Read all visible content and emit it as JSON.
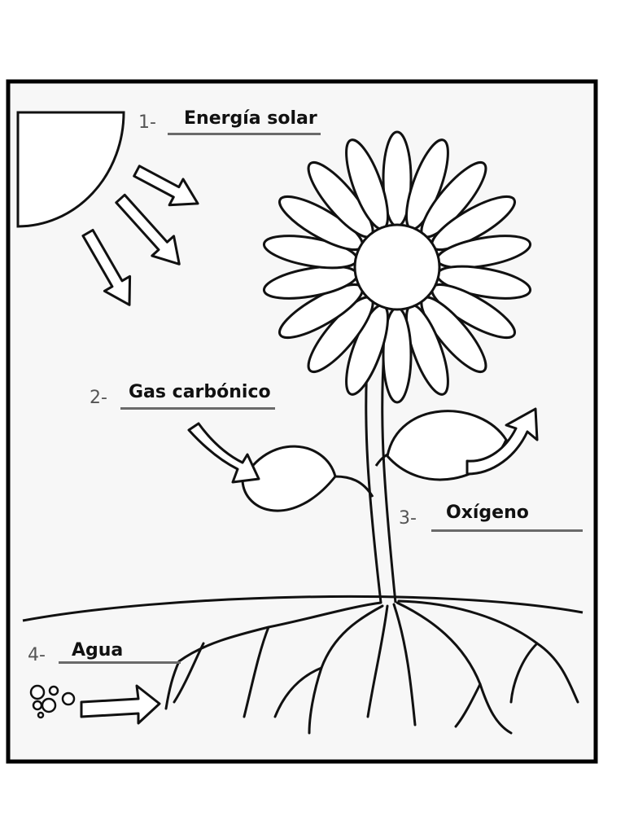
{
  "labels": [
    {
      "number": "1-",
      "text": "Energía solar"
    },
    {
      "number": "2-",
      "text": "Gas carbónico"
    },
    {
      "number": "3-",
      "text": "Oxígeno"
    },
    {
      "number": "4-",
      "text": "Agua"
    }
  ],
  "colors": {
    "ink": "#111111",
    "paper": "#f7f7f7",
    "frame": "#000000",
    "underline": "#6a6a6a"
  }
}
